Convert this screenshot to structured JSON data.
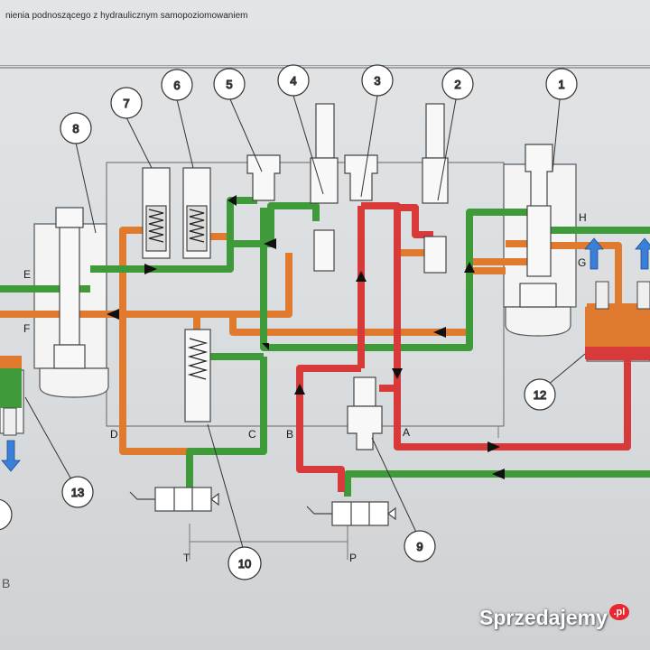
{
  "caption": "nienia podnoszącego z hydraulicznym samopoziomowaniem",
  "page_letter": "B",
  "callouts": [
    "1",
    "2",
    "3",
    "4",
    "5",
    "6",
    "7",
    "8",
    "9",
    "10",
    "12",
    "13"
  ],
  "port_labels": {
    "E": "E",
    "F": "F",
    "H": "H",
    "G": "G",
    "A": "A",
    "B": "B",
    "C": "C",
    "D": "D",
    "T": "T",
    "P": "P"
  },
  "watermark": {
    "text": "Sprzedajemy",
    "badge": ".pl"
  },
  "colors": {
    "pressure_line": "#d83a3a",
    "return_line": "#e07a2e",
    "green_line": "#3f9a3a",
    "flow_arrow": "#111111",
    "up_arrow": "#3a7fd8",
    "outline": "#555555"
  },
  "icons": [
    "flow-arrow-icon",
    "up-arrow-icon",
    "down-arrow-icon",
    "spring-icon"
  ]
}
